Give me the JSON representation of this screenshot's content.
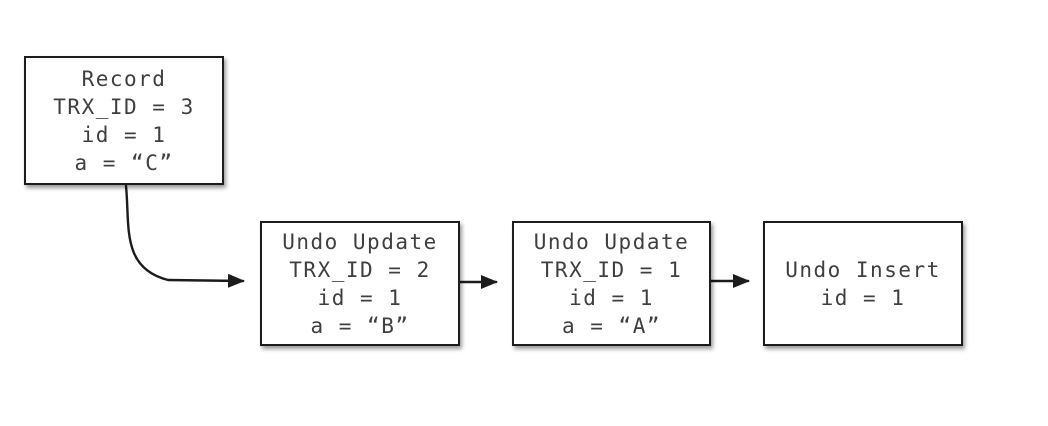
{
  "diagram": {
    "description": "Record with undo log chain",
    "nodes": [
      {
        "id": "record",
        "lines": [
          "Record",
          "TRX_ID = 3",
          "id = 1",
          "a = “C”"
        ]
      },
      {
        "id": "undo-update-trx2",
        "lines": [
          "Undo Update",
          "TRX_ID = 2",
          "id = 1",
          "a = “B”"
        ]
      },
      {
        "id": "undo-update-trx1",
        "lines": [
          "Undo Update",
          "TRX_ID = 1",
          "id = 1",
          "a = “A”"
        ]
      },
      {
        "id": "undo-insert",
        "lines": [
          "Undo Insert",
          "id = 1"
        ]
      }
    ],
    "edges": [
      {
        "from": "record",
        "to": "undo-update-trx2",
        "style": "curved-arrow"
      },
      {
        "from": "undo-update-trx2",
        "to": "undo-update-trx1",
        "style": "straight-arrow"
      },
      {
        "from": "undo-update-trx1",
        "to": "undo-insert",
        "style": "straight-arrow"
      }
    ]
  },
  "colors": {
    "background": "#ffffff",
    "node_fill": "#ffffff",
    "node_border": "#1c1c1c",
    "text": "#3f3f3f",
    "arrow": "#1c1c1c"
  }
}
